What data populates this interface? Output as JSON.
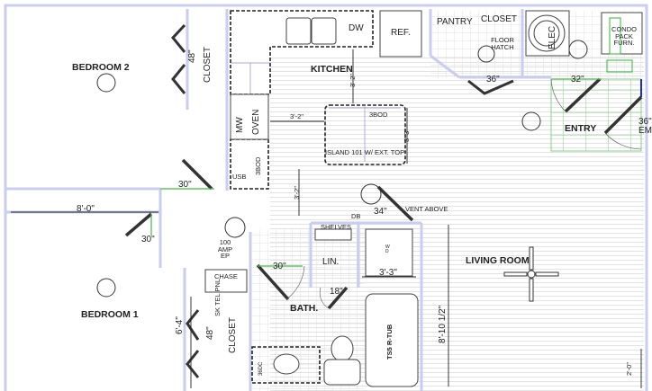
{
  "rooms": {
    "bedroom2": "BEDROOM 2",
    "bedroom1": "BEDROOM 1",
    "kitchen": "KITCHEN",
    "pantry": "PANTRY",
    "closet_top": "CLOSET",
    "closet_bed2": "CLOSET",
    "closet_bed1": "CLOSET",
    "entry": "ENTRY",
    "living_room": "LIVING ROOM",
    "bath": "BATH.",
    "linen": "LIN.",
    "chase": "CHASE"
  },
  "fixtures": {
    "dw": "DW",
    "ref": "REF.",
    "mw": "MW",
    "oven": "OVEN",
    "cab_3bod_a": "3BOD",
    "cab_3bod_b": "3BOD",
    "usb": "USB",
    "island": "ISLAND 101 W/ EXT. TOP",
    "floor_hatch": "FLOOR HATCH",
    "elec": "ELEC",
    "condo_pack": "CONDO PACK FURN.",
    "shelves": "SHELVES",
    "tub": "TS5 R-TUB",
    "vanity": "36DC",
    "panel_amp": "100 AMP EP",
    "sk_tel_pnl": "SK TEL PNL",
    "db": "DB",
    "vent": "VENT ABOVE",
    "wd": "W D"
  },
  "dimensions": {
    "bed2_closet": "48\"",
    "bed1_closet": "48\"",
    "bed1_width": "8'-0\"",
    "bed1_depth": "6'-4\"",
    "hall_door": "30\"",
    "bed1_door": "30\"",
    "bath_door": "30\"",
    "lin_door": "18\"",
    "laundry_door": "34\"",
    "closet_door": "36\"",
    "entry_door": "32\"",
    "ext_door": "36\" EM",
    "kitchen_aisle": "3'-2\"",
    "oven_clear": "3'-2\"",
    "island_depth": "3'-3\"",
    "island_clear": "3'-2\"",
    "wd_width": "3'-3\"",
    "bath_depth": "8'-10 1/2\"",
    "window": "2'-0\""
  },
  "colors": {
    "wall": "#c9cdf0",
    "door_swing": "#44bb44",
    "grid": "#dadada",
    "accent": "#1a2bd6"
  }
}
